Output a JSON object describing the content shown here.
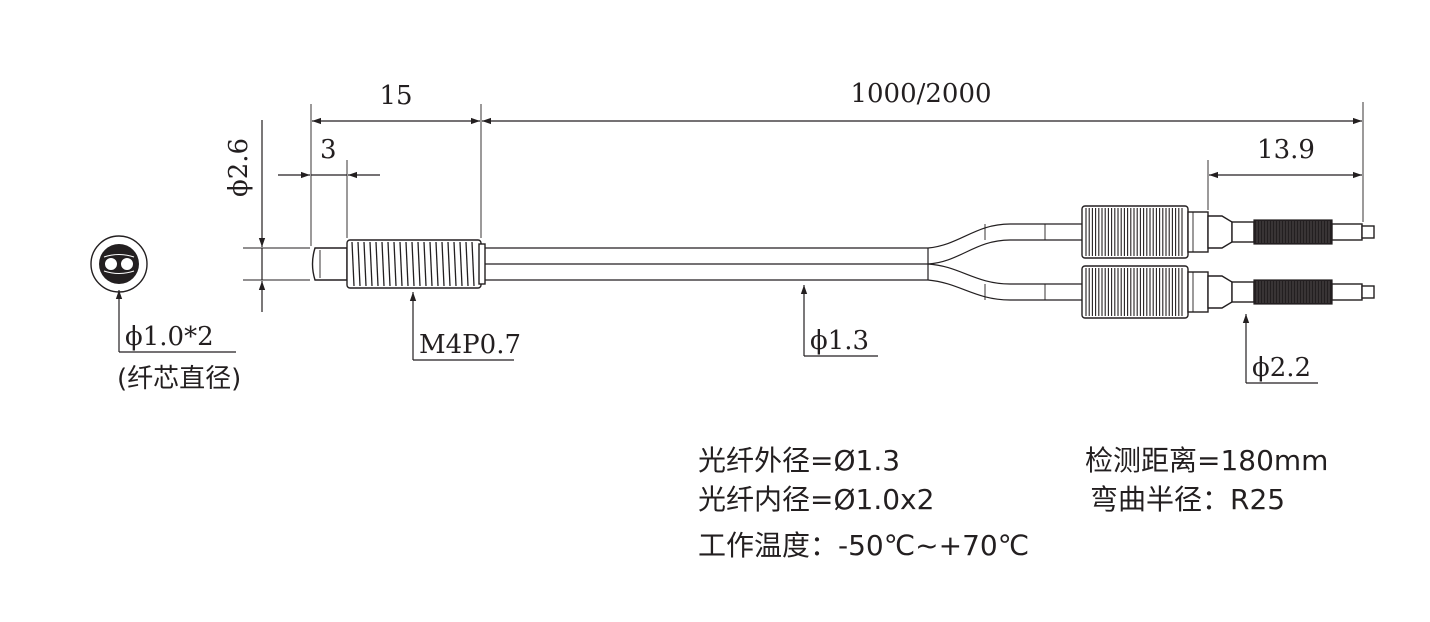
{
  "dimensions": {
    "probe_length": "15",
    "tip_length": "3",
    "cable_length": "1000/2000",
    "connector_length": "13.9",
    "probe_diameter": "ϕ2.6",
    "core_diameter": "ϕ1.0*2",
    "core_note": "(纤芯直径)",
    "thread": "M4P0.7",
    "cable_diameter": "ϕ1.3",
    "connector_diameter": "ϕ2.2"
  },
  "specs": {
    "outer_diameter": "光纤外径=Ø1.3",
    "inner_diameter": "光纤内径=Ø1.0x2",
    "temperature": "工作温度：-50℃~+70℃",
    "detection_distance": "检测距离=180mm",
    "bend_radius": "弯曲半径：R25"
  },
  "colors": {
    "line": "#231f20",
    "knurl": "#231f20",
    "background": "#ffffff"
  }
}
